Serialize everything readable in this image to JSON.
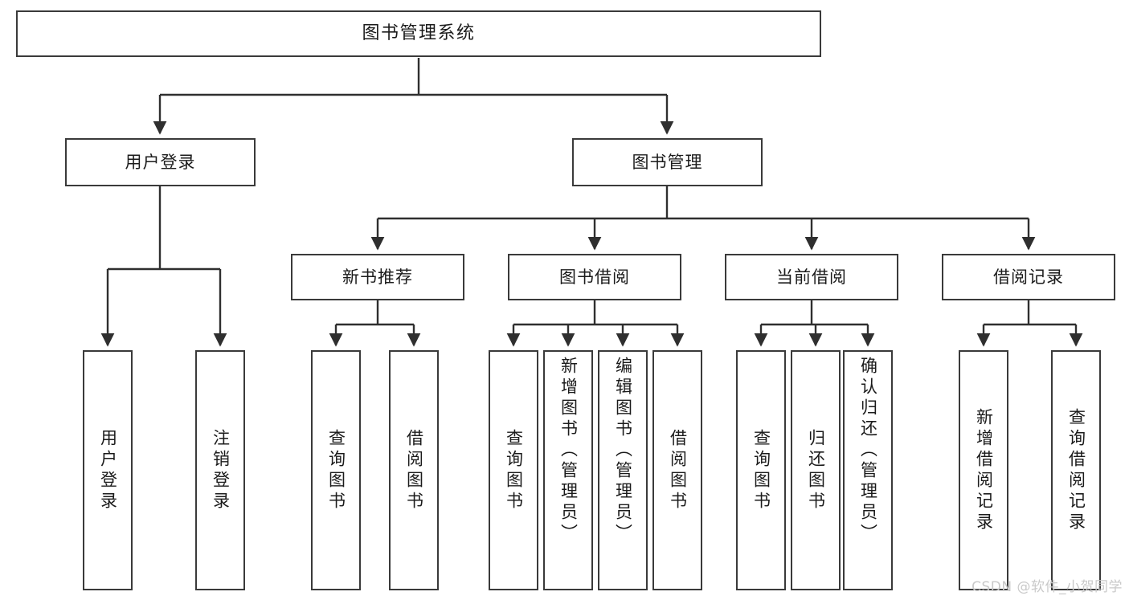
{
  "diagram": {
    "type": "tree",
    "title": "图书管理系统",
    "orientation": "top-down",
    "colors": {
      "node_border": "#3a3a3a",
      "node_fill": "#ffffff",
      "edge": "#2f2f2f",
      "text": "#1b1b1b",
      "watermark": "#c9c9c9",
      "background": "#ffffff"
    },
    "nodes": {
      "root": {
        "label": "图书管理系统"
      },
      "level2": [
        {
          "label": "用户登录"
        },
        {
          "label": "图书管理"
        }
      ],
      "level3": [
        {
          "label": "新书推荐"
        },
        {
          "label": "图书借阅"
        },
        {
          "label": "当前借阅"
        },
        {
          "label": "借阅记录"
        }
      ],
      "leaves_user_login": [
        {
          "label": "用户登录"
        },
        {
          "label": "注销登录"
        }
      ],
      "leaves_new_books": [
        {
          "label": "查询图书"
        },
        {
          "label": "借阅图书"
        }
      ],
      "leaves_borrow": [
        {
          "label": "查询图书"
        },
        {
          "label": "新增图书（管理员）"
        },
        {
          "label": "编辑图书（管理员）"
        },
        {
          "label": "借阅图书"
        }
      ],
      "leaves_current": [
        {
          "label": "查询图书"
        },
        {
          "label": "归还图书"
        },
        {
          "label": "确认归还（管理员）"
        }
      ],
      "leaves_records": [
        {
          "label": "新增借阅记录"
        },
        {
          "label": "查询借阅记录"
        }
      ]
    }
  },
  "watermark": {
    "text": "CSDN @软件_小贺同学"
  }
}
